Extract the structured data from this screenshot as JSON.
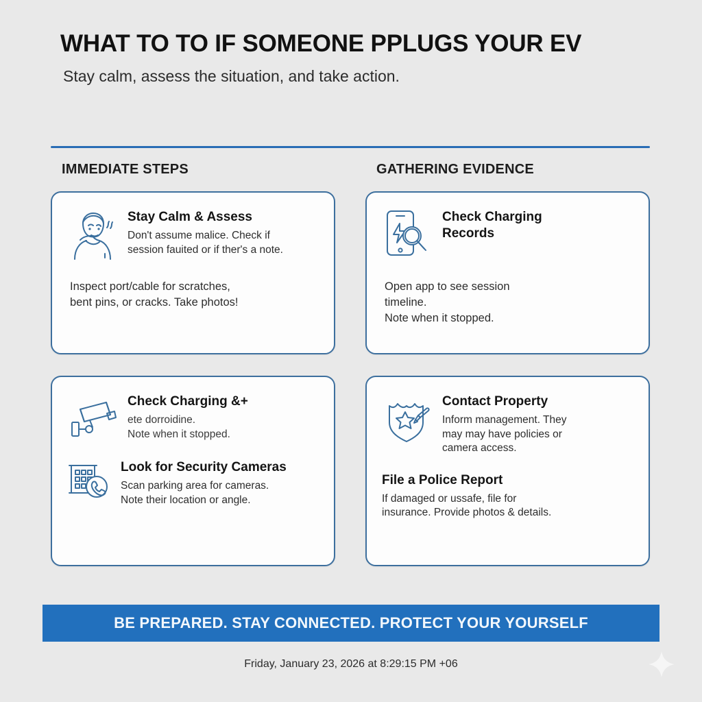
{
  "header": {
    "title": "WHAT TO TO IF SOMEONE PPLUGS YOUR EV",
    "subtitle": "Stay calm, assess the situation, and take action."
  },
  "columns": [
    {
      "heading": "IMMEDIATE STEPS",
      "cards": [
        {
          "blocks": [
            {
              "icon": "worried-person-icon",
              "title": "Stay Calm & Assess",
              "body": "Don't assume malice. Check if\nsession fauited or if ther's a note."
            }
          ],
          "note": "Inspect port/cable for scratches,\nbent pins, or cracks. Take photos!"
        },
        {
          "blocks": [
            {
              "icon": "security-camera-icon",
              "title": "Check Charging &+",
              "body": "ete dorroidine.\nNote when it stopped."
            },
            {
              "icon": "building-phone-icon",
              "title": "Look for Security Cameras",
              "body": "Scan parking area for cameras.\nNote their location or angle."
            }
          ],
          "note": ""
        }
      ]
    },
    {
      "heading": "GATHERING EVIDENCE",
      "cards": [
        {
          "blocks": [
            {
              "icon": "phone-charging-search-icon",
              "title": "Check Charging\nRecords",
              "body": ""
            }
          ],
          "note": "Open app to see session\ntimeline.\nNote when it stopped."
        },
        {
          "blocks": [
            {
              "icon": "police-badge-pen-icon",
              "title": "Contact Property",
              "body": "Inform management. They\nmay may have policies or\ncamera access."
            },
            {
              "icon": "none",
              "title": "File a Police Report",
              "body": "If damaged or ussafe, file for\ninsurance. Provide photos & details."
            }
          ],
          "note": ""
        }
      ]
    }
  ],
  "footer": {
    "banner": "BE PREPARED. STAY CONNECTED. PROTECT YOUR YOURSELF",
    "timestamp": "Friday, January 23, 2026 at 8:29:15 PM +06"
  },
  "colors": {
    "page_background": "#e9e9e9",
    "accent_blue": "#2270bd",
    "card_border": "#3d6f9e",
    "divider": "#2a6db5",
    "icon_stroke": "#3a6f9e"
  }
}
